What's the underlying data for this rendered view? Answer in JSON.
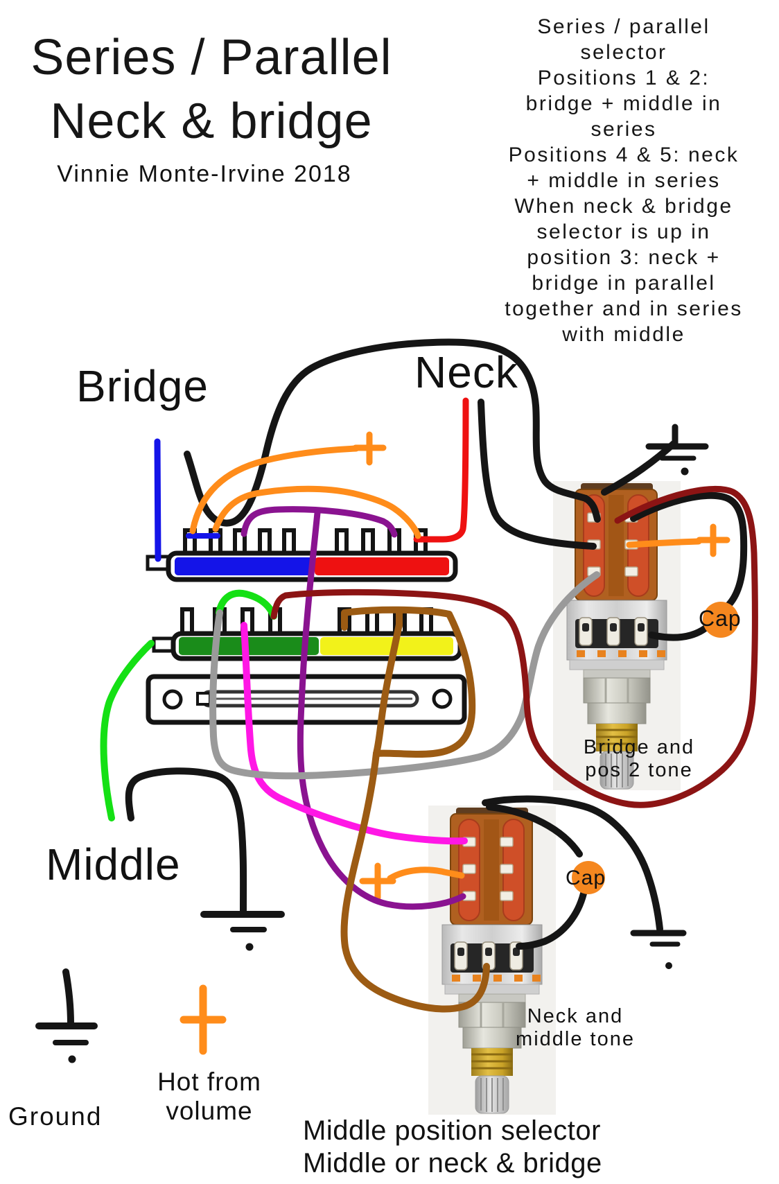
{
  "title": {
    "line1": "Series / Parallel",
    "line2": "Neck & bridge",
    "author": "Vinnie Monte-Irvine 2018"
  },
  "note": "Series / parallel\nselector\nPositions 1 & 2:\nbridge + middle in\nseries\nPositions 4 & 5: neck\n+ middle in series\nWhen neck & bridge\nselector is up in\nposition 3:  neck +\nbridge in parallel\ntogether and in series\nwith middle",
  "pickups": {
    "bridge": "Bridge",
    "neck": "Neck",
    "middle": "Middle"
  },
  "pots": {
    "bridge_tone": {
      "caption": "Bridge and\npos 2 tone",
      "cap_label": "Cap"
    },
    "neck_tone": {
      "caption": "Neck and\nmiddle tone",
      "cap_label": "Cap"
    }
  },
  "legend": {
    "ground_label": "Ground",
    "hot_label": "Hot from\nvolume"
  },
  "footer": {
    "line1": "Middle position selector",
    "line2": "Middle or neck & bridge"
  },
  "colors": {
    "black": "#151515",
    "blue": "#1414e8",
    "red": "#ee1111",
    "orange": "#ff8c1a",
    "purple": "#8a1390",
    "magenta": "#ff17e5",
    "gray": "#9a9a9a",
    "green": "#15e015",
    "maroon": "#8c1414",
    "brown": "#9c5b13",
    "switch_green": "#1a8c1a",
    "switch_yellow": "#f2f21a",
    "cap_orange": "#f5871f",
    "pcb_brown": "#b06020",
    "trace_red": "#cf4f28"
  },
  "wires": [
    {
      "name": "bridge-pickup-lead",
      "color": "#1414e8"
    },
    {
      "name": "neck-pickup-lead",
      "color": "#ee1111"
    },
    {
      "name": "middle-pickup-lead",
      "color": "#15e015"
    },
    {
      "name": "hot-from-volume-jumpers",
      "color": "#ff8c1a"
    },
    {
      "name": "series-parallel-jumper",
      "color": "#8a1390"
    },
    {
      "name": "middle-to-neck-tone",
      "color": "#ff17e5"
    },
    {
      "name": "switch-to-bridge-tone",
      "color": "#9a9a9a"
    },
    {
      "name": "tone-return-loop",
      "color": "#8c1414"
    },
    {
      "name": "switch-to-neck-tone-lug",
      "color": "#9c5b13"
    },
    {
      "name": "ground-links",
      "color": "#151515"
    }
  ]
}
